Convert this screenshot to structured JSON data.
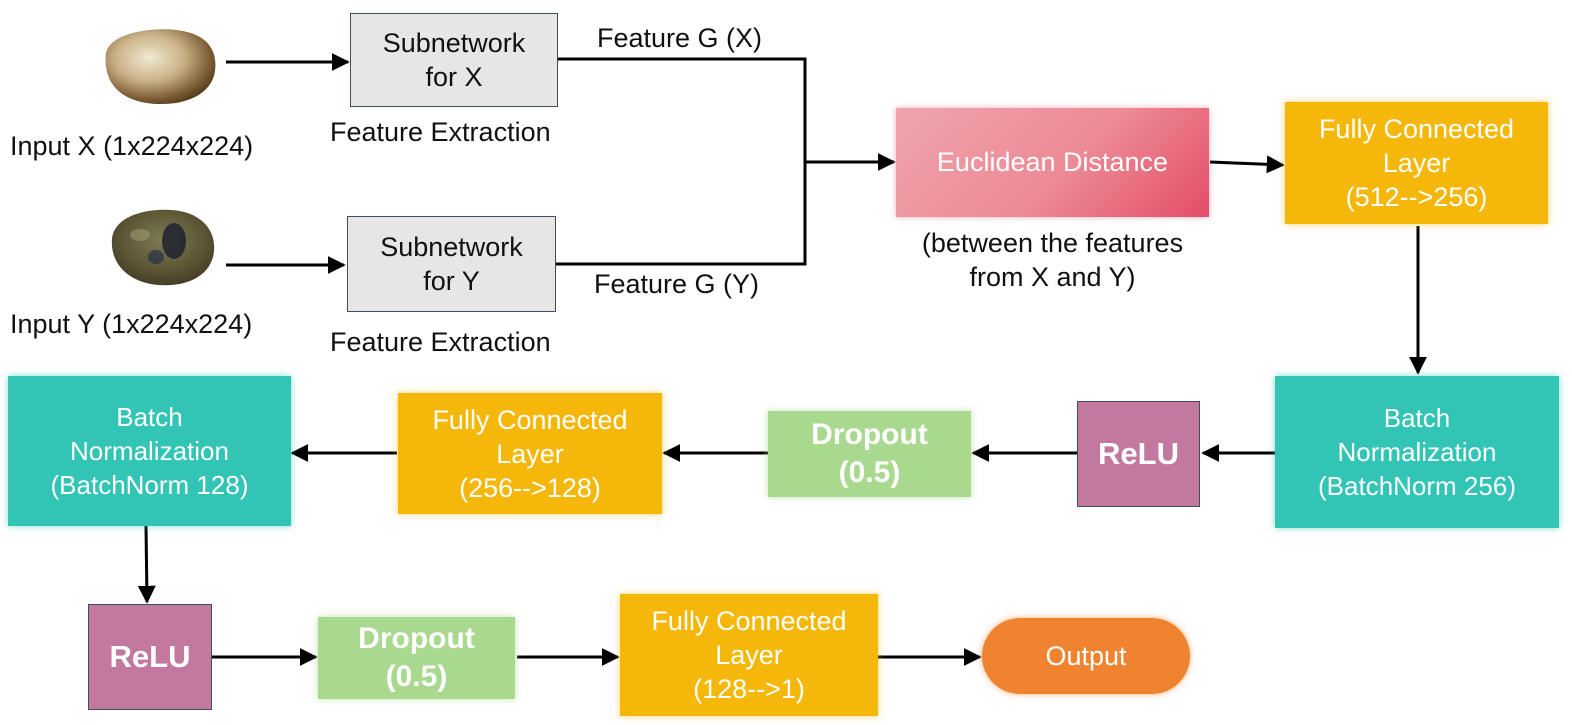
{
  "inputs": {
    "x_label": "Input X  (1x224x224)",
    "y_label": "Input Y  (1x224x224)"
  },
  "subnetworks": {
    "x_line1": "Subnetwork",
    "x_line2": "for X",
    "y_line1": "Subnetwork",
    "y_line2": "for Y",
    "x_caption": "Feature Extraction",
    "y_caption": "Feature Extraction"
  },
  "features": {
    "gx": "Feature G (X)",
    "gy": "Feature G (Y)"
  },
  "distance": {
    "label": "Euclidean Distance",
    "caption_line1": "(between the features",
    "caption_line2": "from X and Y)"
  },
  "fc1": {
    "line1": "Fully Connected",
    "line2": "Layer",
    "line3": "(512-->256)"
  },
  "bn1": {
    "line1": "Batch",
    "line2": "Normalization",
    "line3": "(BatchNorm 256)"
  },
  "relu1": {
    "label": "ReLU"
  },
  "dropout1": {
    "line1": "Dropout",
    "line2": "(0.5)"
  },
  "fc2": {
    "line1": "Fully Connected",
    "line2": "Layer",
    "line3": "(256-->128)"
  },
  "bn2": {
    "line1": "Batch",
    "line2": "Normalization",
    "line3": "(BatchNorm 128)"
  },
  "relu2": {
    "label": "ReLU"
  },
  "dropout2": {
    "line1": "Dropout",
    "line2": "(0.5)"
  },
  "fc3": {
    "line1": "Fully Connected",
    "line2": "Layer",
    "line3": "(128-->1)"
  },
  "output": {
    "label": "Output"
  }
}
